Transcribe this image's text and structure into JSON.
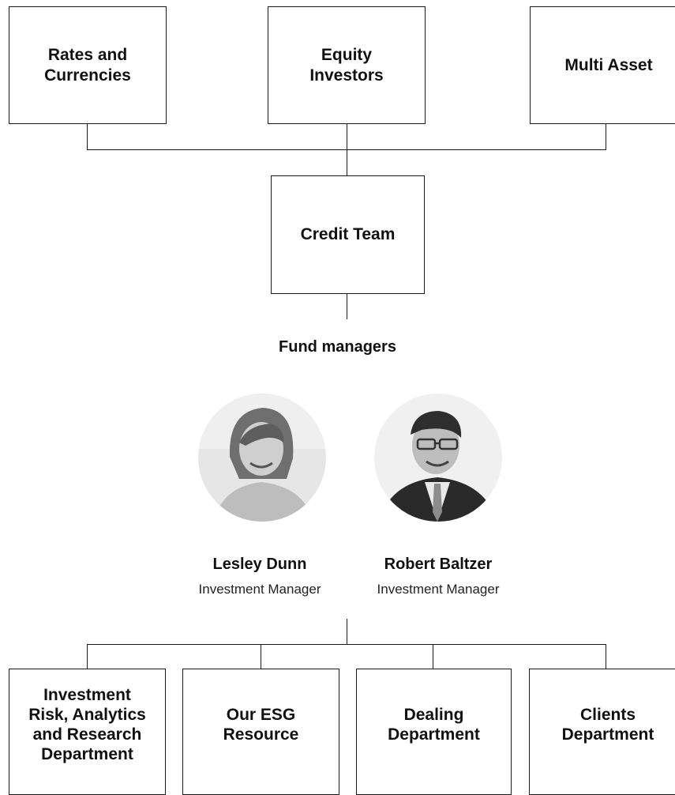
{
  "top_boxes": [
    {
      "label_1": "Rates and",
      "label_2": "Currencies"
    },
    {
      "label_1": "Equity",
      "label_2": "Investors"
    },
    {
      "label_1": "Multi Asset",
      "label_2": ""
    }
  ],
  "center_box": {
    "label": "Credit Team"
  },
  "fund_managers": {
    "title": "Fund managers",
    "people": [
      {
        "name": "Lesley Dunn",
        "role": "Investment Manager"
      },
      {
        "name": "Robert Baltzer",
        "role": "Investment Manager"
      }
    ]
  },
  "bottom_boxes": [
    {
      "lines": [
        "Investment",
        "Risk, Analytics",
        "and Research",
        "Department"
      ]
    },
    {
      "lines": [
        "Our ESG",
        "Resource"
      ]
    },
    {
      "lines": [
        "Dealing",
        "Department"
      ]
    },
    {
      "lines": [
        "Clients",
        "Department"
      ]
    }
  ],
  "colors": {
    "line": "#1a1a1a",
    "background": "#ffffff",
    "text": "#111111"
  }
}
